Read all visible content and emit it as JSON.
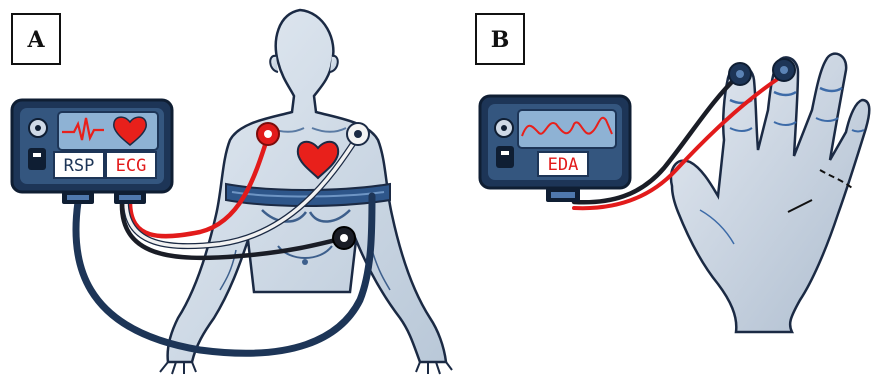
{
  "panels": [
    {
      "id": "A",
      "label": "A"
    },
    {
      "id": "B",
      "label": "B"
    }
  ],
  "device_a": {
    "labels": [
      "RSP",
      "ECG"
    ]
  },
  "device_b": {
    "labels": [
      "EDA"
    ]
  },
  "colors": {
    "device_frame": "#1d3557",
    "device_fill": "#3b5b86",
    "screen": "#8eb2d4",
    "signal": "#e8201b",
    "skin": "#d9e3ee",
    "skin_outline": "#1b2a44",
    "wire_red": "#e21b1b",
    "wire_white": "#eeeeee",
    "wire_black": "#1a1d26",
    "wire_navy": "#1d3557"
  }
}
